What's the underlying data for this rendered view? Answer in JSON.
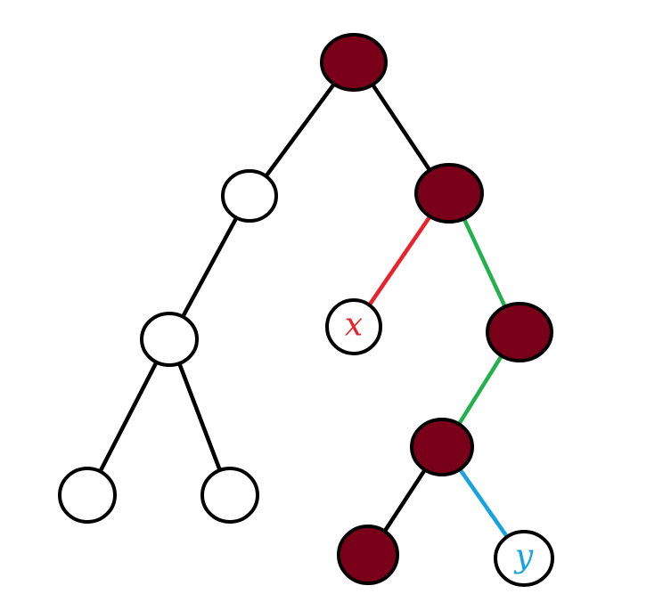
{
  "colors": {
    "filled": "#7a0019",
    "empty": "#ffffff",
    "edge_default": "#000000",
    "edge_x_path": "#e8232b",
    "edge_path": "#22b14c",
    "edge_y_path": "#17a2e0",
    "label_x": "#e8232b",
    "label_y": "#17a2e0"
  },
  "nodes": [
    {
      "id": "root",
      "fill": "filled",
      "label": ""
    },
    {
      "id": "l1",
      "fill": "empty",
      "label": ""
    },
    {
      "id": "r1",
      "fill": "filled",
      "label": ""
    },
    {
      "id": "l2",
      "fill": "empty",
      "label": ""
    },
    {
      "id": "x",
      "fill": "empty",
      "label": "x",
      "label_color": "label_x"
    },
    {
      "id": "r2",
      "fill": "filled",
      "label": ""
    },
    {
      "id": "l3a",
      "fill": "empty",
      "label": ""
    },
    {
      "id": "l3b",
      "fill": "empty",
      "label": ""
    },
    {
      "id": "r3",
      "fill": "filled",
      "label": ""
    },
    {
      "id": "r4a",
      "fill": "filled",
      "label": ""
    },
    {
      "id": "y",
      "fill": "empty",
      "label": "y",
      "label_color": "label_y"
    }
  ],
  "edges": [
    {
      "from": "root",
      "to": "l1",
      "color": "edge_default"
    },
    {
      "from": "root",
      "to": "r1",
      "color": "edge_default"
    },
    {
      "from": "l1",
      "to": "l2",
      "color": "edge_default"
    },
    {
      "from": "l2",
      "to": "l3a",
      "color": "edge_default"
    },
    {
      "from": "l2",
      "to": "l3b",
      "color": "edge_default"
    },
    {
      "from": "r1",
      "to": "x",
      "color": "edge_x_path"
    },
    {
      "from": "r1",
      "to": "r2",
      "color": "edge_path"
    },
    {
      "from": "r2",
      "to": "r3",
      "color": "edge_path"
    },
    {
      "from": "r3",
      "to": "r4a",
      "color": "edge_default"
    },
    {
      "from": "r3",
      "to": "y",
      "color": "edge_y_path"
    }
  ]
}
